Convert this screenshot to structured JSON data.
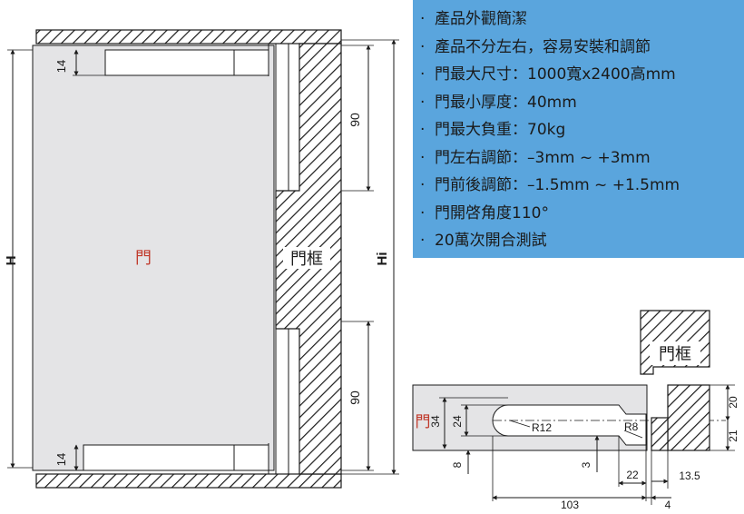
{
  "specs": [
    "產品外觀簡潔",
    "產品不分左右，容易安裝和調節",
    "門最大尺寸：1000寬x2400高mm",
    "門最小厚度：40mm",
    "門最大負重：70kg",
    "門左右調節：–3mm ~ +3mm",
    "門前後調節：–1.5mm ~ +1.5mm",
    "門開啓角度110°",
    "20萬次開合測試"
  ],
  "bullet": "·",
  "elevation": {
    "door_label": "門",
    "frame_label": "門框",
    "dim_h": "H",
    "dim_hi": "Hi",
    "dim_top_gap": "14",
    "dim_bottom_gap": "14",
    "dim_top_hinge": "90",
    "dim_bottom_hinge": "90"
  },
  "section": {
    "door_label": "門",
    "frame_label": "門框",
    "dim_34": "34",
    "dim_24": "24",
    "dim_r12": "R12",
    "dim_r8": "R8",
    "dim_8": "8",
    "dim_3": "3",
    "dim_22": "22",
    "dim_103": "103",
    "dim_4": "4",
    "dim_13_5": "13.5",
    "dim_20": "20",
    "dim_21": "21"
  },
  "colors": {
    "door_fill": "#e4e4e6",
    "panel_bg": "#5aa5dd",
    "door_label": "#c0392b",
    "line": "#1a1a1a"
  }
}
